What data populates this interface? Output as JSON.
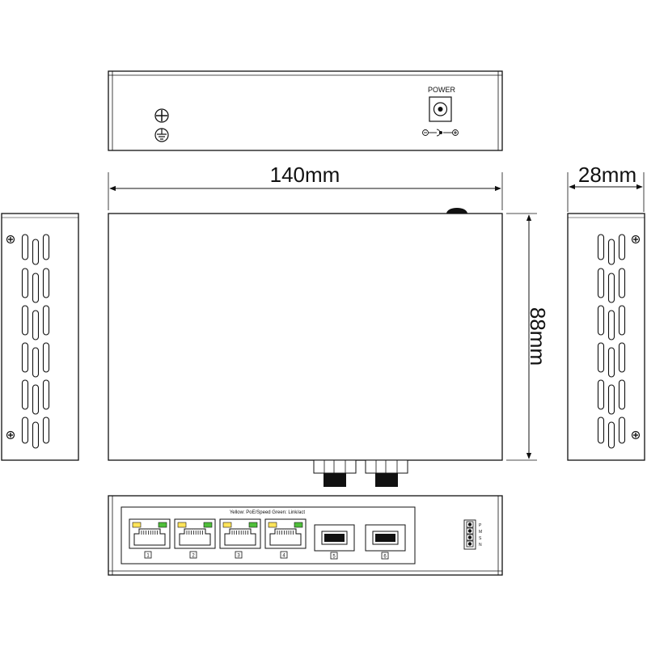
{
  "labels": {
    "power": "POWER",
    "width_dim": "140mm",
    "depth_dim": "88mm",
    "height_dim": "28mm",
    "led_legend": "Yellow: PoE/Speed  Green: Link/act",
    "switch_labels": [
      "P",
      "M",
      "S",
      "N"
    ]
  },
  "ports": {
    "rj45": [
      "1",
      "2",
      "3",
      "4"
    ],
    "sfp": [
      "5",
      "6"
    ]
  },
  "colors": {
    "yellow_led": "#ffe45a",
    "green_led": "#4fbf3a",
    "line": "#111111"
  }
}
